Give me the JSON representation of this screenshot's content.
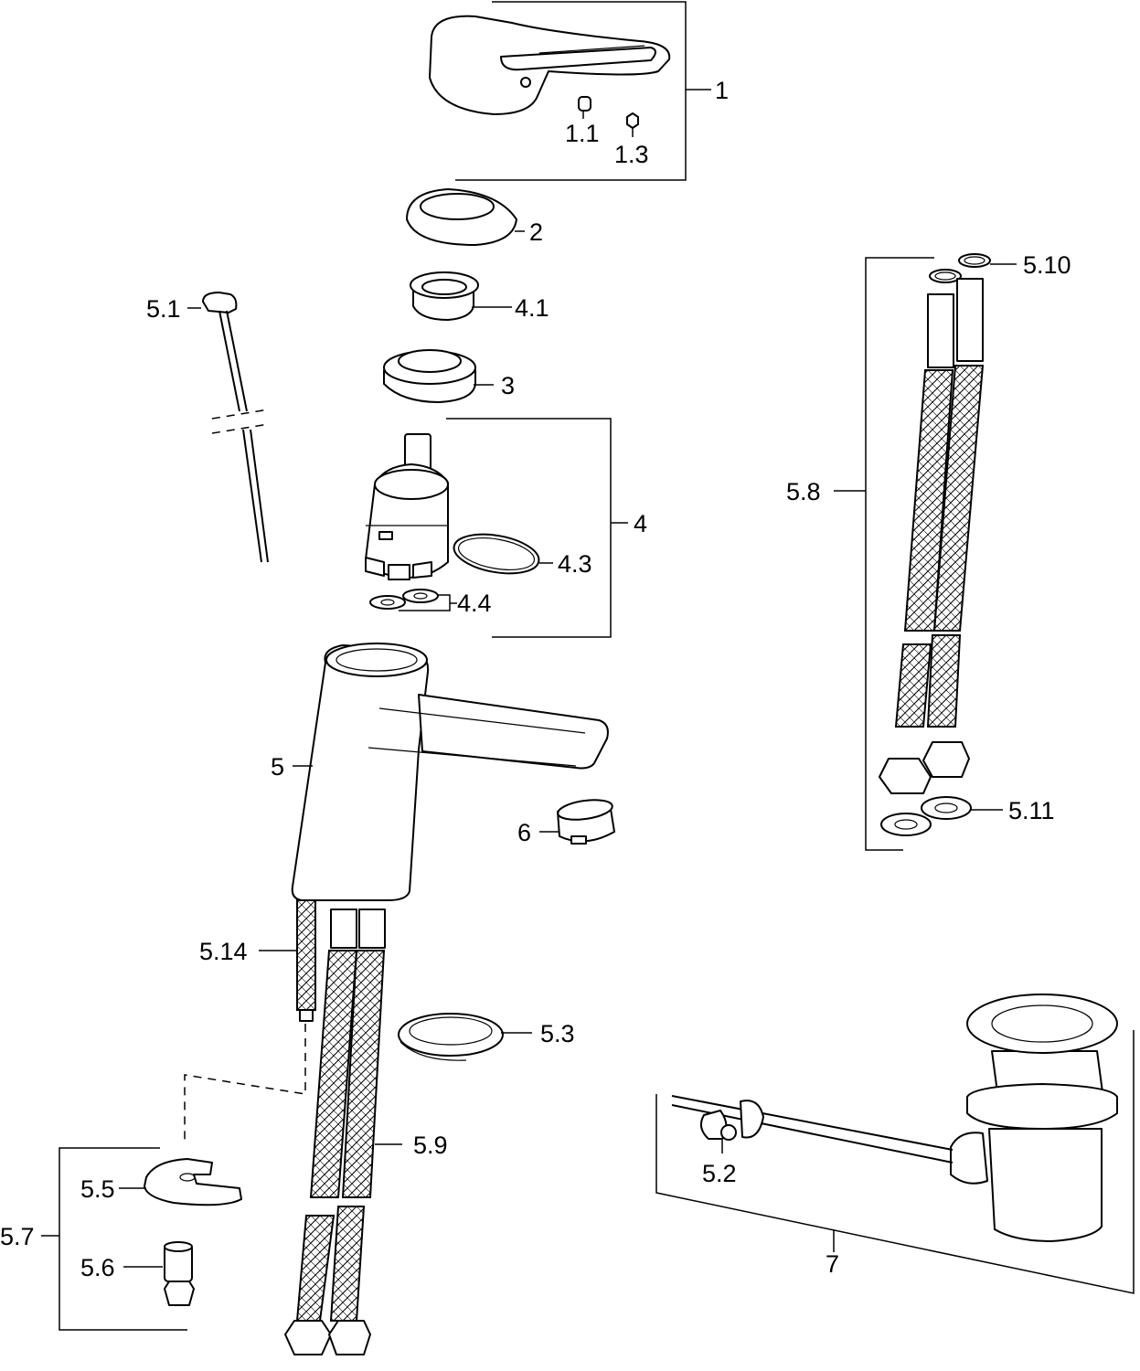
{
  "labels": {
    "p1": "1",
    "p1_1": "1.1",
    "p1_3": "1.3",
    "p2": "2",
    "p3": "3",
    "p4": "4",
    "p4_1": "4.1",
    "p4_3": "4.3",
    "p4_4": "4.4",
    "p5": "5",
    "p5_1": "5.1",
    "p5_2": "5.2",
    "p5_3": "5.3",
    "p5_5": "5.5",
    "p5_6": "5.6",
    "p5_7": "5.7",
    "p5_8": "5.8",
    "p5_9": "5.9",
    "p5_10": "5.10",
    "p5_11": "5.11",
    "p5_14": "5.14",
    "p6": "6",
    "p7": "7"
  }
}
